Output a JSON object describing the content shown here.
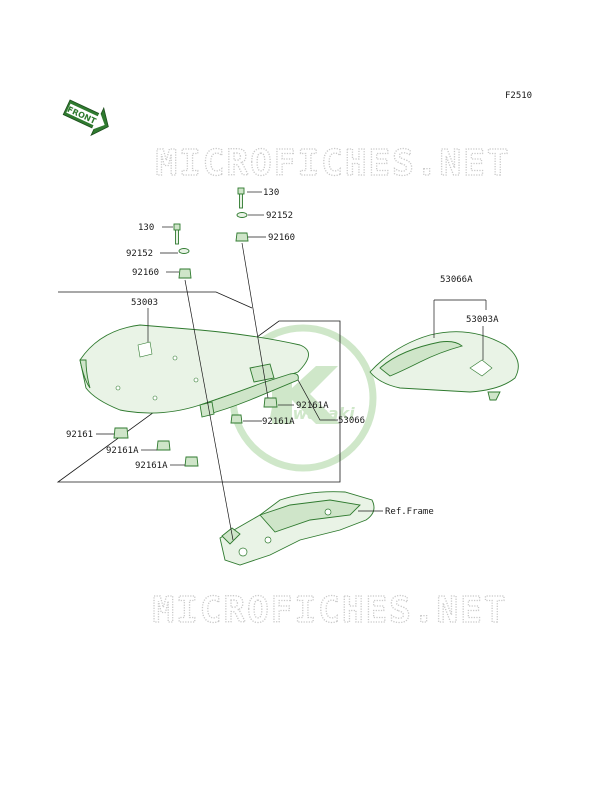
{
  "diagram": {
    "figure_code": "F2510",
    "front_badge": "FRONT",
    "watermark_text": "MICROFICHES.NET",
    "brand_logo_text": "Kawasaki",
    "labels": {
      "l130_top": "130",
      "l92152_top": "92152",
      "l92160_top": "92160",
      "l130_left": "130",
      "l92152_left": "92152",
      "l92160_left": "92160",
      "l53003": "53003",
      "l53066A": "53066A",
      "l53003A": "53003A",
      "l92161A_mid": "92161A",
      "l92161A_low": "92161A",
      "l53066": "53066",
      "l92161": "92161",
      "l92161A_b1": "92161A",
      "l92161A_b2": "92161A",
      "l_ref_frame": "Ref.Frame"
    },
    "colors": {
      "part_stroke": "#2f7a2f",
      "part_fill": "#e9f3e6",
      "logo": "#bfe0b8",
      "watermark": "#c9c9c9"
    }
  }
}
